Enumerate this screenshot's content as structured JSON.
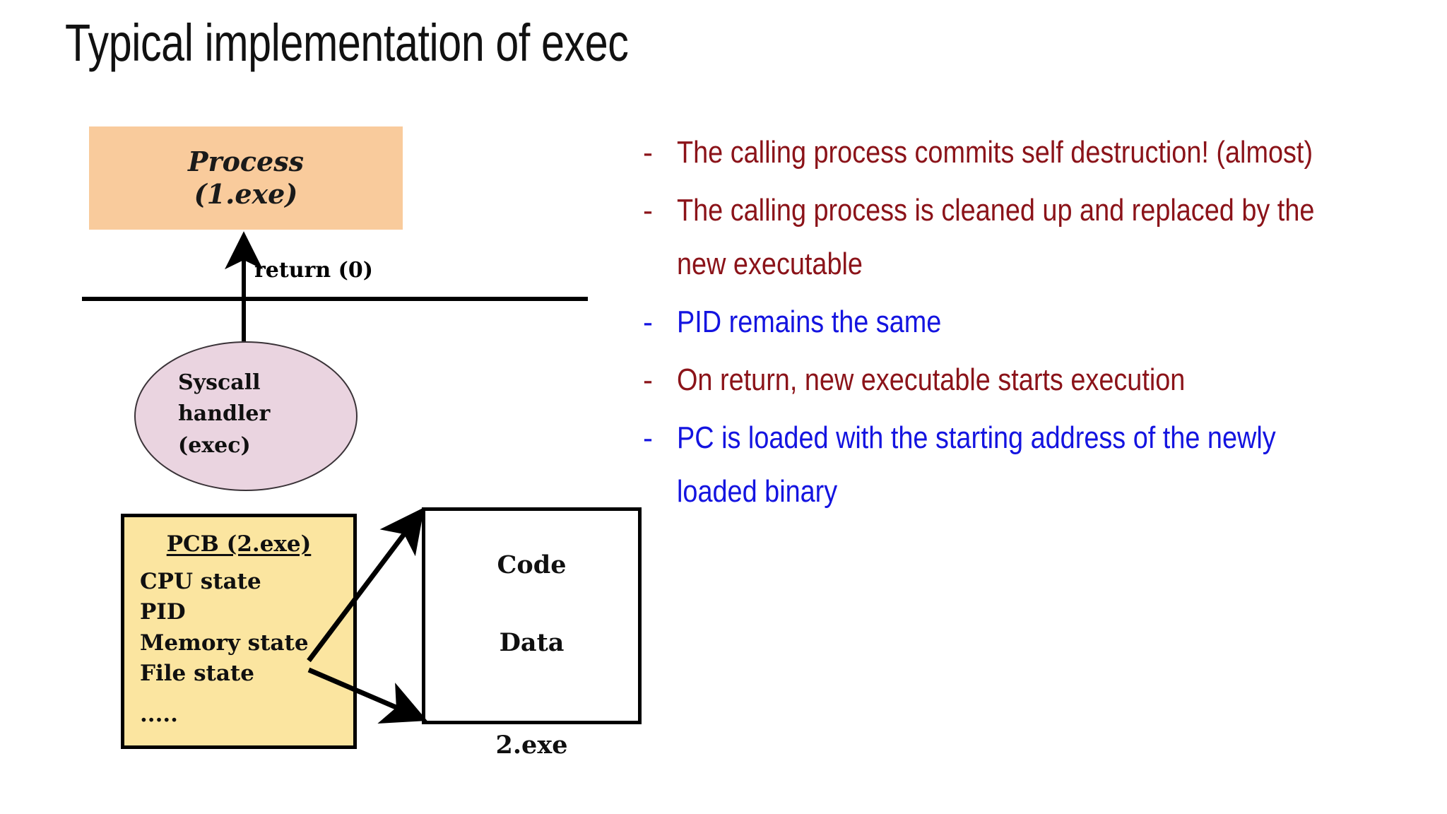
{
  "slide": {
    "title": "Typical implementation of exec",
    "background": "#ffffff"
  },
  "diagram": {
    "process_box": {
      "line1": "Process",
      "line2": "(1.exe)",
      "fill": "#f9cb9c"
    },
    "return_label": "return (0)",
    "syscall_ellipse": {
      "line1": "Syscall",
      "line2": "handler",
      "line3": "(exec)",
      "fill": "#ead4e0",
      "stroke": "#3a3338"
    },
    "pcb_box": {
      "title": "PCB (2.exe)",
      "items": [
        "CPU state",
        "PID",
        "Memory state",
        "File state"
      ],
      "ellipsis": ".....",
      "fill": "#fbe5a0",
      "stroke": "#000000"
    },
    "code_box": {
      "code": "Code",
      "data": "Data",
      "caption": "2.exe",
      "fill": "#ffffff",
      "stroke": "#000000"
    }
  },
  "bullets": {
    "marker": "-",
    "colors": {
      "red": "#8b1319",
      "blue": "#1414e0"
    },
    "items": [
      {
        "text": "The calling process commits self destruction! (almost)",
        "color": "red"
      },
      {
        "text": "The calling process is cleaned up and replaced by the new executable",
        "color": "red"
      },
      {
        "text": "PID remains the same",
        "color": "blue"
      },
      {
        "text": "On return, new executable starts execution",
        "color": "red"
      },
      {
        "text": "PC is loaded with the starting address of the newly loaded binary",
        "color": "blue"
      }
    ]
  }
}
